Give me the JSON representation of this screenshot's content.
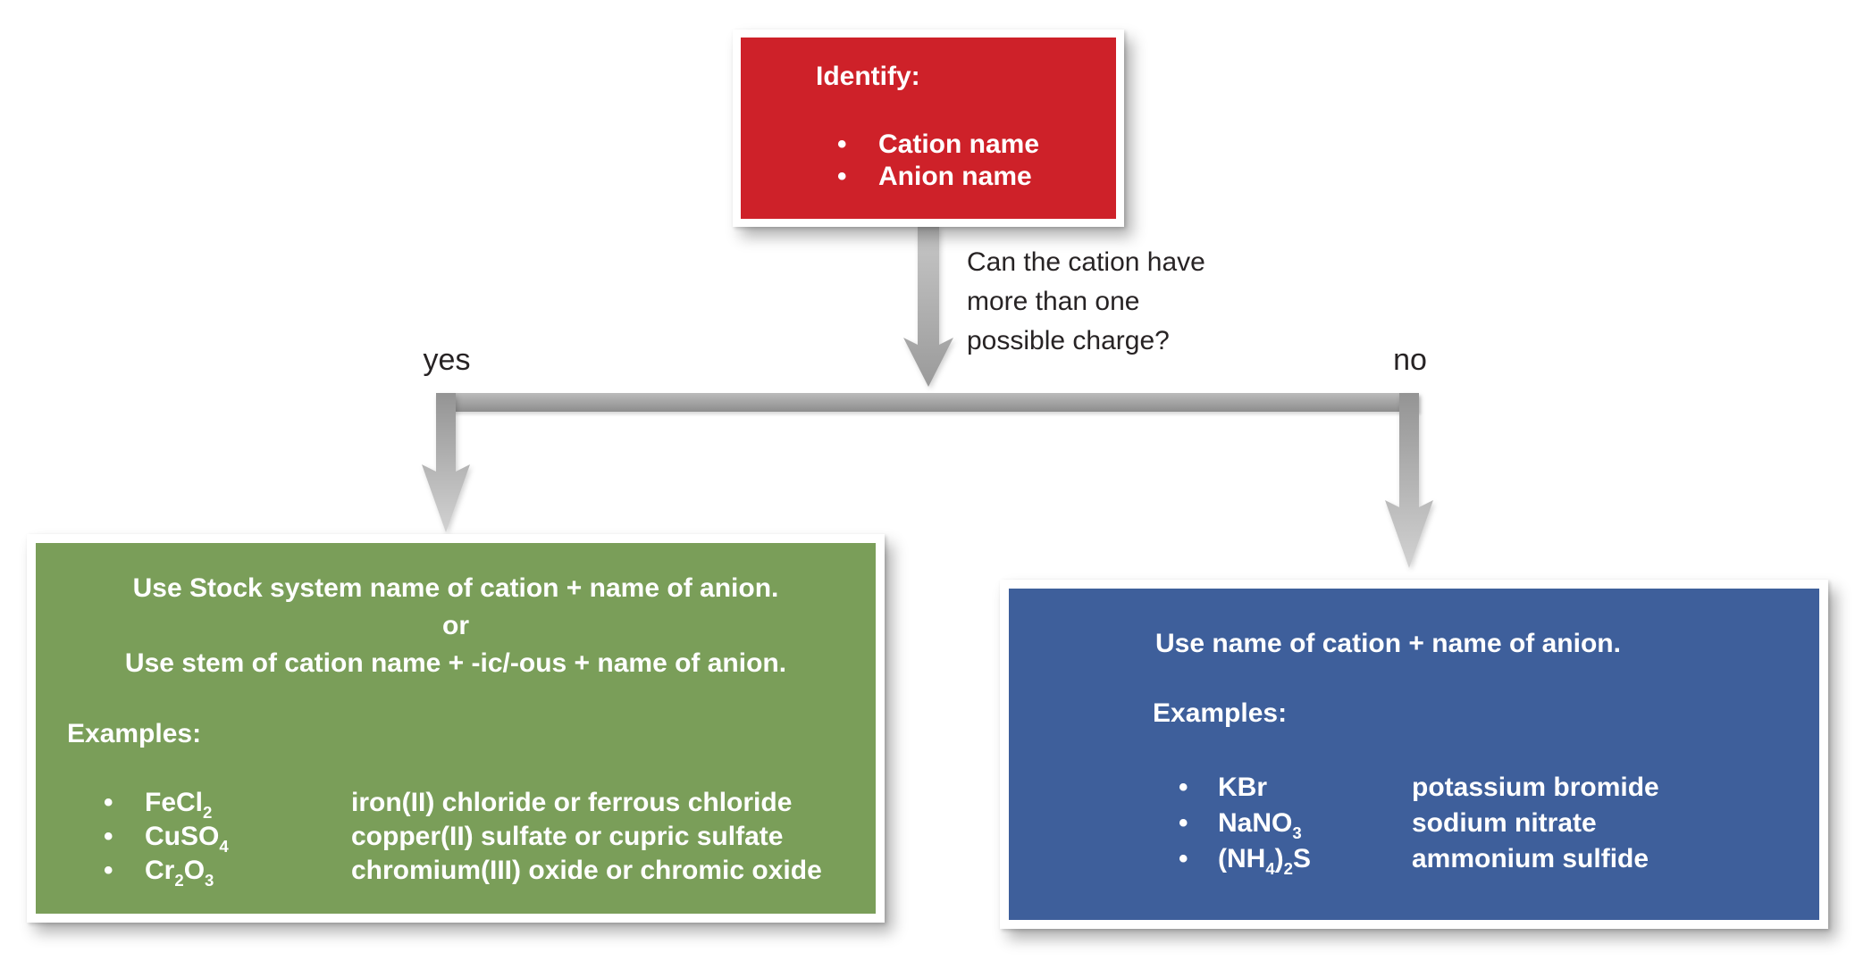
{
  "chars": {
    "bullet": "•"
  },
  "colors": {
    "start_box": "#ce2129",
    "yes_box": "#7a9e59",
    "no_box": "#3e5f9b",
    "arrow_gray": "#9b9b9b",
    "label_text": "#272324",
    "box_text": "#ffffff"
  },
  "start_box": {
    "title": "Identify:",
    "items": [
      "Cation name",
      "Anion name"
    ]
  },
  "question": {
    "lines": [
      "Can the cation have",
      "more than one",
      "possible charge?"
    ]
  },
  "branch_labels": {
    "yes": "yes",
    "no": "no"
  },
  "yes_box": {
    "rule_lines": [
      "Use Stock system name of cation + name of anion.",
      "or",
      "Use stem of cation name + -ic/-ous + name of anion."
    ],
    "examples_label": "Examples:",
    "examples": [
      {
        "formula": "FeCl_2",
        "name": "iron(II) chloride or ferrous chloride"
      },
      {
        "formula": "CuSO_4",
        "name": "copper(II) sulfate or cupric sulfate"
      },
      {
        "formula": "Cr_2O_3",
        "name": "chromium(III) oxide or chromic oxide"
      }
    ]
  },
  "no_box": {
    "rule": "Use name of cation + name of anion.",
    "examples_label": "Examples:",
    "examples": [
      {
        "formula": "KBr",
        "name": "potassium bromide"
      },
      {
        "formula": "NaNO_3",
        "name": "sodium nitrate"
      },
      {
        "formula": "(NH_4)_2S",
        "name": "ammonium sulfide"
      }
    ]
  }
}
